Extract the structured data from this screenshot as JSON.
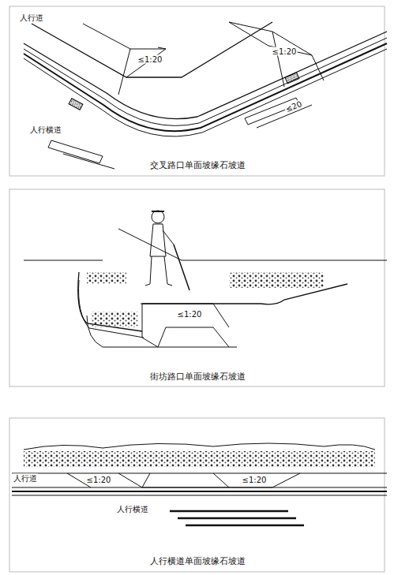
{
  "diagram": {
    "labels": [
      "人行道",
      "≤1:20",
      "≤1:20",
      "≤20",
      "人行横道",
      "交叉路口单面坡缘石坡道",
      "≤1:20",
      "街坊路口单面坡缘石坡道",
      "人行道",
      "≤1:20",
      "≤1:20",
      "人行横道",
      "人行横道单面坡缘石坡道"
    ]
  }
}
